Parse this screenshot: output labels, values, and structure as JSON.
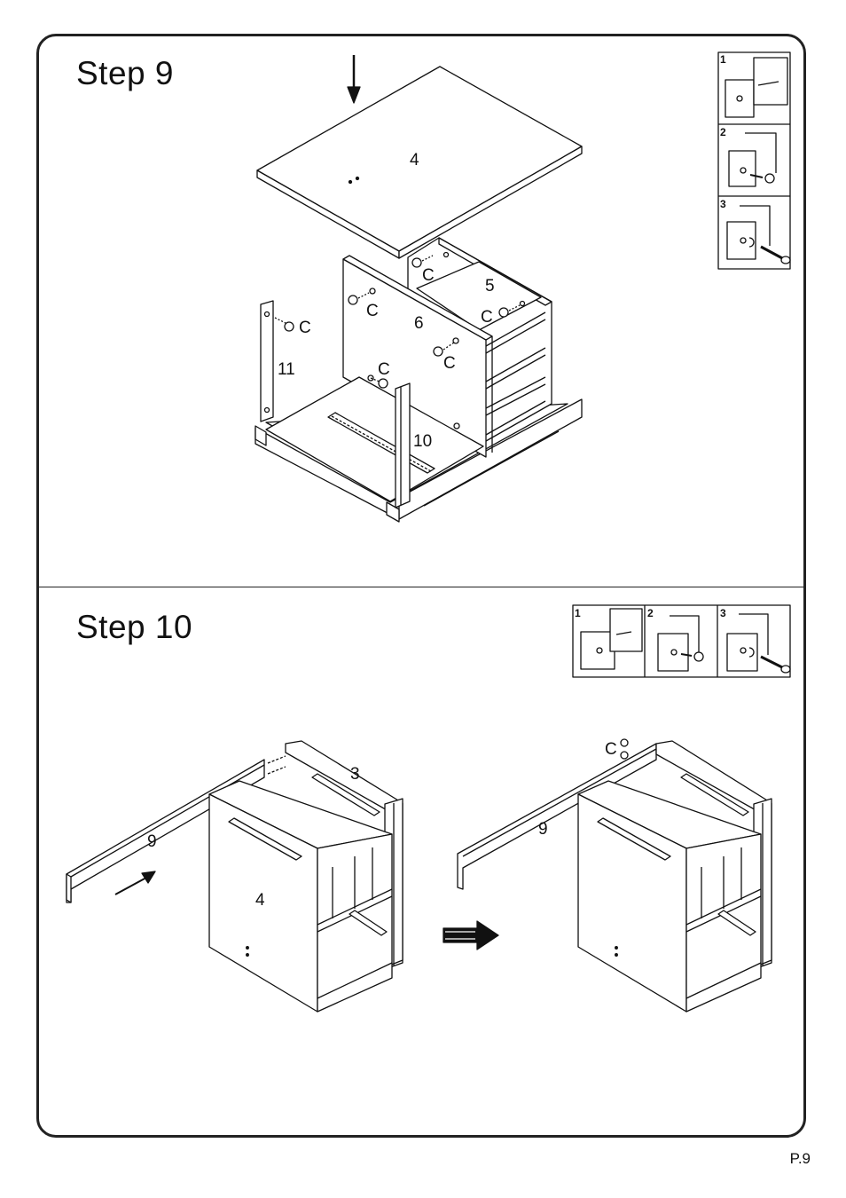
{
  "step9": {
    "title": "Step  9",
    "part_labels": {
      "top_panel": "4",
      "back_panel": "5",
      "divider_panel": "6",
      "left_leg": "11",
      "right_leg": "10",
      "cam_c1": "C",
      "cam_c2": "C",
      "cam_c3": "C",
      "cam_c4": "C",
      "cam_c5": "C",
      "cam_c6": "C"
    },
    "inset_panels": [
      "1",
      "2",
      "3"
    ]
  },
  "step10": {
    "title": "Step  10",
    "inset_panels": [
      "1",
      "2",
      "3"
    ],
    "left_drawing": {
      "panel_9": "9",
      "panel_3": "3",
      "panel_4": "4"
    },
    "right_drawing": {
      "panel_9": "9",
      "cam_c": "C"
    }
  },
  "footer": {
    "page_number": "P.9"
  }
}
